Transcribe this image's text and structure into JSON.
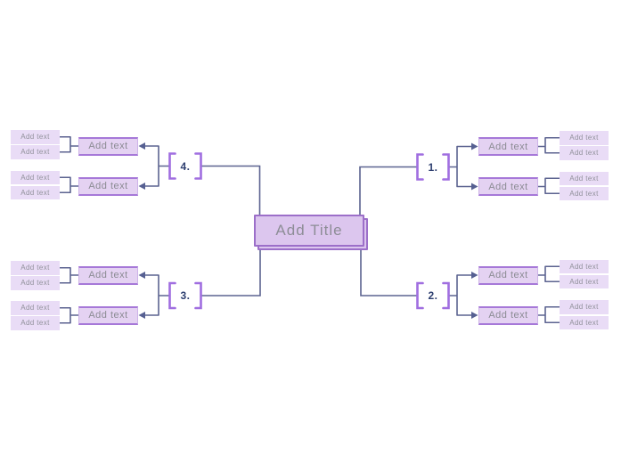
{
  "app": {
    "description": "Mind map canvas with central title node and four numbered branches",
    "background": "#ffffff"
  },
  "title": {
    "label": "Add Title"
  },
  "branches": [
    {
      "number": "1.",
      "position": "top-right",
      "nodes": [
        {
          "label": "Add text",
          "children": [
            "Add text",
            "Add text"
          ]
        },
        {
          "label": "Add text",
          "children": [
            "Add text",
            "Add text"
          ]
        }
      ]
    },
    {
      "number": "2.",
      "position": "bottom-right",
      "nodes": [
        {
          "label": "Add text",
          "children": [
            "Add text",
            "Add text"
          ]
        },
        {
          "label": "Add text",
          "children": [
            "Add text",
            "Add text"
          ]
        }
      ]
    },
    {
      "number": "3.",
      "position": "bottom-left",
      "nodes": [
        {
          "label": "Add text",
          "children": [
            "Add text",
            "Add text"
          ]
        },
        {
          "label": "Add text",
          "children": [
            "Add text",
            "Add text"
          ]
        }
      ]
    },
    {
      "number": "4.",
      "position": "top-left",
      "nodes": [
        {
          "label": "Add text",
          "children": [
            "Add text",
            "Add text"
          ]
        },
        {
          "label": "Add text",
          "children": [
            "Add text",
            "Add text"
          ]
        }
      ]
    }
  ],
  "colors": {
    "node_border_purple": "#9c6fc9",
    "node_fill_center": "#dcc6ee",
    "node_fill_medium": "#e4d2f2",
    "node_fill_small": "#e9dcf6",
    "medium_border": "#a678d8",
    "bracket_purple": "#a06ee0",
    "connector_line": "#5c6390",
    "number_text": "#2e3f70",
    "node_text": "#8d8d96"
  }
}
